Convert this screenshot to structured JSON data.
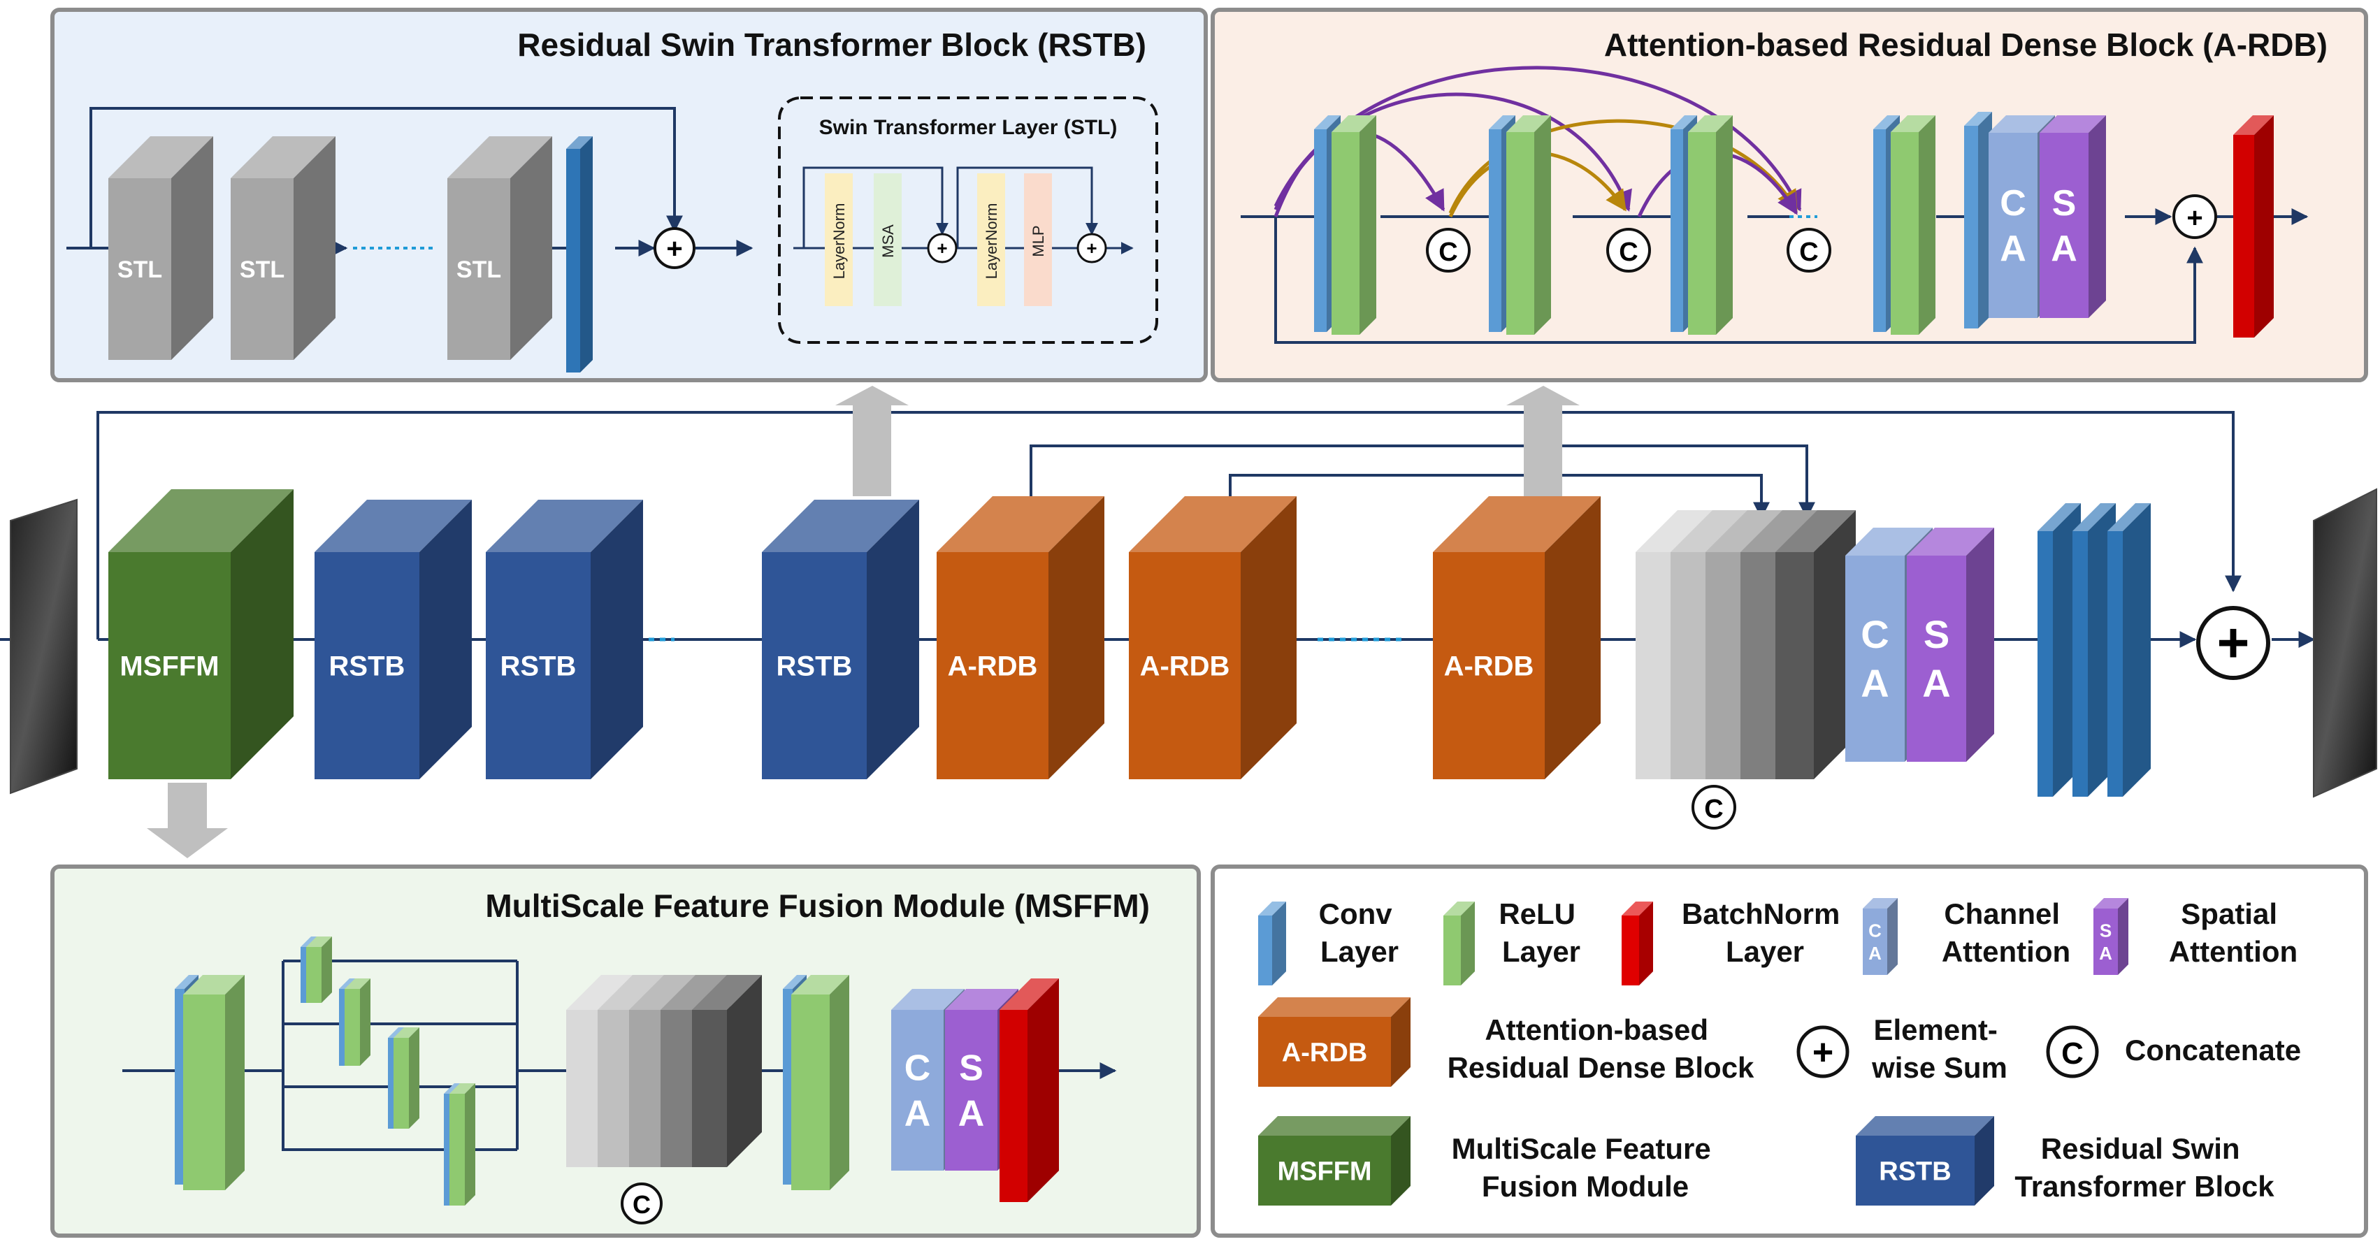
{
  "panels": {
    "rstb_title": "Residual Swin Transformer Block (RSTB)",
    "ardb_title": "Attention-based Residual Dense Block (A-RDB)",
    "msffm_title": "MultiScale Feature Fusion Module (MSFFM)"
  },
  "rstb": {
    "stl": "STL",
    "stl_box_title": "Swin Transformer Layer (STL)",
    "layernorm": "LayerNorm",
    "msa": "MSA",
    "mlp": "MLP"
  },
  "main": {
    "msffm": "MSFFM",
    "rstb": "RSTB",
    "ardb": "A-RDB",
    "ca_1": "C",
    "ca_2": "A",
    "sa_1": "S",
    "sa_2": "A"
  },
  "symbols": {
    "concat": "C",
    "plus": "+"
  },
  "legend": {
    "conv": [
      "Conv",
      "Layer"
    ],
    "relu": [
      "ReLU",
      "Layer"
    ],
    "bn": [
      "BatchNorm",
      "Layer"
    ],
    "ca_icon": [
      "C",
      "A"
    ],
    "ca": [
      "Channel",
      "Attention"
    ],
    "sa_icon": [
      "S",
      "A"
    ],
    "sa": [
      "Spatial",
      "Attention"
    ],
    "ardb_icon": "A-RDB",
    "ardb": [
      "Attention-based",
      "Residual Dense Block"
    ],
    "sum": [
      "Element-",
      "wise Sum"
    ],
    "concat": "Concatenate",
    "msffm_icon": "MSFFM",
    "msffm": [
      "MultiScale Feature",
      "Fusion Module"
    ],
    "rstb_icon": "RSTB",
    "rstb": [
      "Residual Swin",
      "Transformer Block"
    ]
  }
}
